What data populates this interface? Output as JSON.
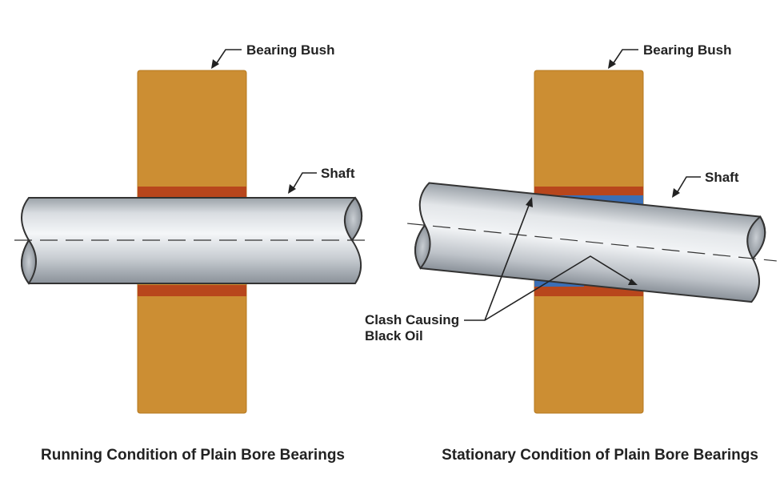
{
  "colors": {
    "bush": "#CC8E33",
    "bush_stroke": "#B5781F",
    "lube_film": "#B8461C",
    "clash_film": "#3B6FB6",
    "shaft_light": "#F2F4F6",
    "shaft_dark": "#8E959D",
    "outline": "#333333",
    "text": "#222222"
  },
  "running": {
    "bearing_label": "Bearing Bush",
    "shaft_label": "Shaft",
    "caption": "Running Condition of Plain Bore Bearings"
  },
  "stationary": {
    "bearing_label": "Bearing Bush",
    "shaft_label": "Shaft",
    "clash_label_line1": "Clash Causing",
    "clash_label_line2": "Black Oil",
    "caption": "Stationary Condition of Plain Bore Bearings"
  }
}
